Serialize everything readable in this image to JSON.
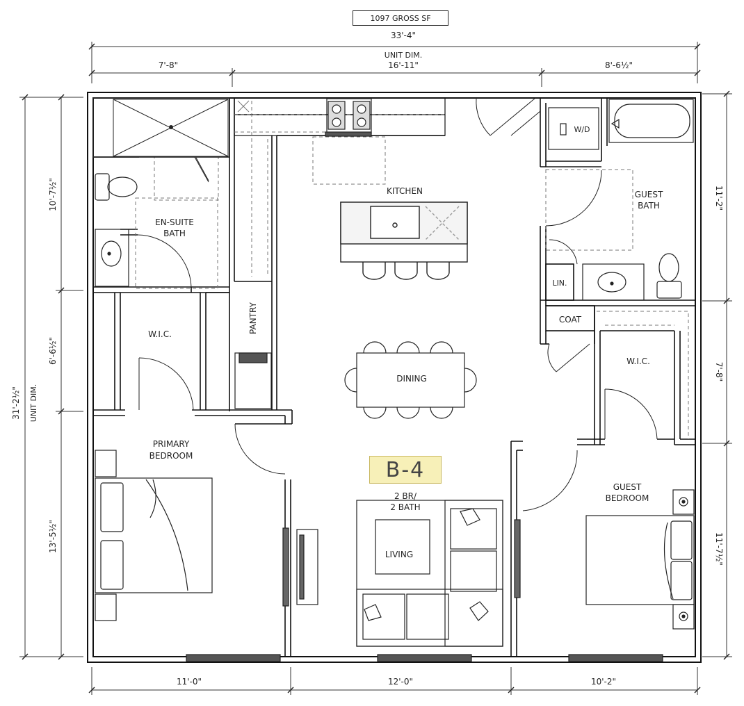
{
  "gross_sf": "1097 GROSS SF",
  "unit_code": "B-4",
  "unit_type_line1": "2 BR/",
  "unit_type_line2": "2 BATH",
  "dims": {
    "overall_width": "33'-4\"",
    "unit_dim_label": "UNIT DIM.",
    "center_width": "16'-11\"",
    "left_width": "7'-8\"",
    "right_width": "8'-6½\"",
    "bottom_left": "11'-0\"",
    "bottom_mid": "12'-0\"",
    "bottom_right": "10'-2\"",
    "left_overall": "31'-2½\"",
    "left_unit_dim": "UNIT DIM.",
    "left_top": "10'-7½\"",
    "left_mid": "6'-6½\"",
    "left_bottom": "13'-5½\"",
    "right_top": "11'-2\"",
    "right_mid": "7'-8\"",
    "right_bottom": "11'-7½\""
  },
  "rooms": {
    "kitchen": "KITCHEN",
    "ensuite_1": "EN-SUITE",
    "ensuite_2": "BATH",
    "guest_bath_1": "GUEST",
    "guest_bath_2": "BATH",
    "wic_left": "W.I.C.",
    "wic_right": "W.I.C.",
    "pantry": "PANTRY",
    "dining": "DINING",
    "primary_1": "PRIMARY",
    "primary_2": "BEDROOM",
    "guest_bed_1": "GUEST",
    "guest_bed_2": "BEDROOM",
    "living": "LIVING",
    "coat": "COAT",
    "linen": "LIN.",
    "wd": "W/D"
  }
}
